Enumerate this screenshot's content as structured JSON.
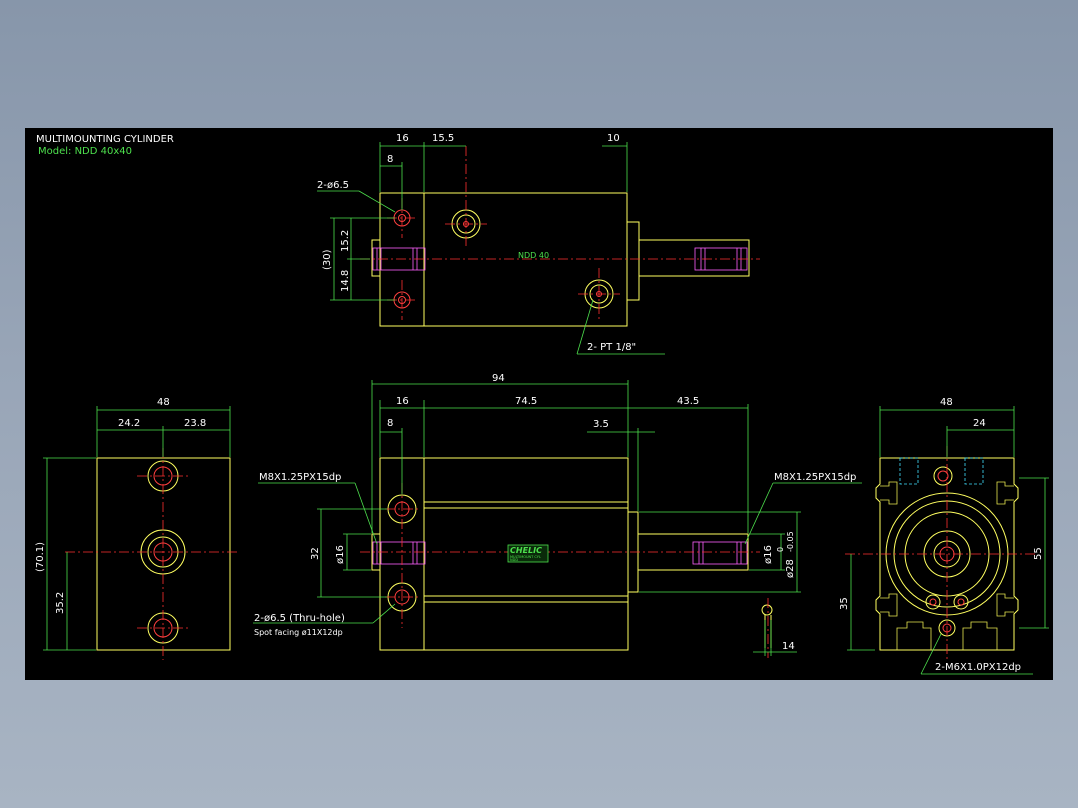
{
  "title_block": {
    "title": "MULTIMOUNTING CYLINDER",
    "model": "Model: NDD 40x40"
  },
  "top_view": {
    "dims": {
      "d16": "16",
      "d15_5": "15.5",
      "d10": "10",
      "d8": "8",
      "d15_2": "15.2",
      "d14_8": "14.8",
      "d30": "(30)"
    },
    "callouts": {
      "holes": "2-ø6.5",
      "ports": "2- PT 1/8\"",
      "center_mark": "NDD 40"
    }
  },
  "left_view": {
    "dims": {
      "width": "48",
      "left": "24.2",
      "right": "23.8",
      "height": "(70.1)",
      "lower": "35.2"
    }
  },
  "front_view": {
    "dims": {
      "overall": "94",
      "d16": "16",
      "d74_5": "74.5",
      "d43_5": "43.5",
      "d8": "8",
      "d3_5": "3.5",
      "d32": "32",
      "d16a": "ø16",
      "d16b": "ø16",
      "d28": "ø28",
      "tol": "-0.05",
      "tol0": "0",
      "d14": "14"
    },
    "callouts": {
      "thread_left": "M8X1.25PX15dp",
      "thread_right": "M8X1.25PX15dp",
      "thru_hole": "2-ø6.5 (Thru-hole)",
      "spot_facing": "Spot facing  ø11X12dp"
    },
    "label": {
      "brand": "CHELIC",
      "line1": "MULTIMOUNT CYL",
      "line2": "NDD"
    }
  },
  "right_view": {
    "dims": {
      "width": "48",
      "half": "24",
      "height": "55",
      "lower": "35"
    },
    "callouts": {
      "thread": "2-M6X1.0PX12dp"
    }
  }
}
